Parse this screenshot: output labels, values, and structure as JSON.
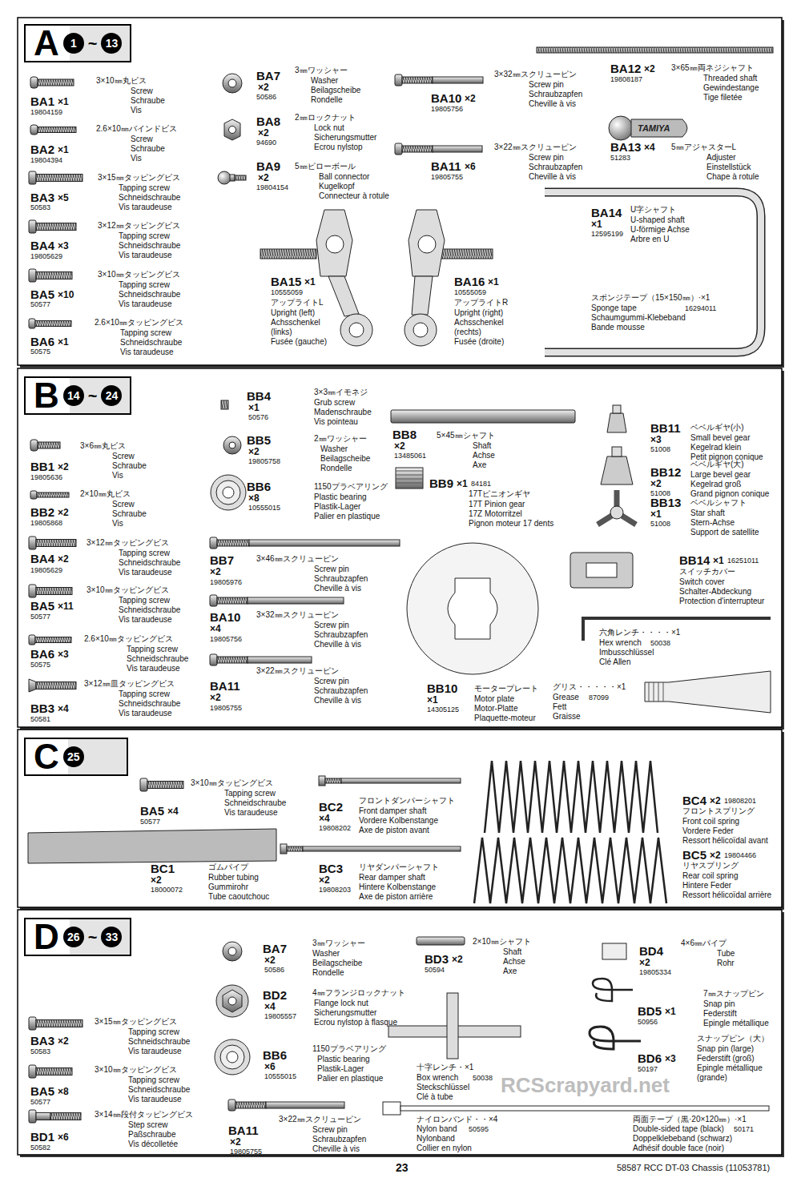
{
  "diagram": {
    "nodes": [
      {
        "text": [
          "A",
          "1",
          "~",
          "13"
        ]
      },
      {
        "text": [
          "B",
          "14",
          "~",
          "24"
        ]
      },
      {
        "text": [
          "C",
          "25"
        ]
      },
      {
        "text": [
          "D",
          "26",
          "~",
          "33"
        ]
      }
    ],
    "labels": [
      "BA1",
      "×1",
      "19804159",
      "3×10㎜丸ビス",
      "Screw",
      "Schraube",
      "Vis",
      "BA2",
      "×1",
      "19804394",
      "2.6×10㎜バインドビス",
      "Screw",
      "Schraube",
      "Vis",
      "BA3",
      "×5",
      "50583",
      "3×15㎜タッピングビス",
      "Tapping screw",
      "Schneidschraube",
      "Vis taraudeuse",
      "BA4",
      "×3",
      "19805629",
      "3×12㎜タッピングビス",
      "Tapping screw",
      "Schneidschraube",
      "Vis taraudeuse",
      "BA5",
      "×10",
      "50577",
      "3×10㎜タッピングビス",
      "Tapping screw",
      "Schneidschraube",
      "Vis taraudeuse",
      "BA6",
      "×1",
      "50575",
      "2.6×10㎜タッピングビス",
      "Tapping screw",
      "Schneidschraube",
      "Vis taraudeuse",
      "BA7",
      "×2",
      "50586",
      "3㎜ワッシャー",
      "Washer",
      "Beilagscheibe",
      "Rondelle",
      "BA8",
      "×2",
      "94690",
      "2㎜ロックナット",
      "Lock nut",
      "Sicherungsmutter",
      "Ecrou nylstop",
      "BA9",
      "×2",
      "19804154",
      "5㎜ピローボール",
      "Ball connector",
      "Kugelkopf",
      "Connecteur à rotule",
      "BA10",
      "×2",
      "19805756",
      "3×32㎜スクリューピン",
      "Screw pin",
      "Schraubzapfen",
      "Cheville à vis",
      "BA11",
      "×6",
      "19805755",
      "3×22㎜スクリューピン",
      "Screw pin",
      "Schraubzapfen",
      "Cheville à vis",
      "BA12",
      "×2",
      "19808187",
      "3×65㎜両ネジシャフト",
      "Threaded shaft",
      "Gewindestange",
      "Tige filetée",
      "BA13",
      "×4",
      "51283",
      "5㎜アジャスターL",
      "Adjuster",
      "Einstellstück",
      "Chape à rotule",
      "TAMIYA",
      "BA14",
      "×1",
      "12595199",
      "U字シャフト",
      "U-shaped shaft",
      "U-förmige Achse",
      "Arbre en U",
      "BA15",
      "×1",
      "10555059",
      "アップライトL",
      "Upright (left)",
      "Achsschenkel",
      "(links)",
      "Fusée (gauche)",
      "BA16",
      "×1",
      "10555059",
      "アップライトR",
      "Upright (right)",
      "Achsschenkel",
      "(rechts)",
      "Fusée (droite)",
      "スポンジテープ（15×150㎜）·×1",
      "Sponge tape",
      "16294011",
      "Schaumgummi-Klebeband",
      "Bande mousse",
      "BB1",
      "×2",
      "19805636",
      "3×6㎜丸ビス",
      "Screw",
      "Schraube",
      "Vis",
      "BB2",
      "×2",
      "19805868",
      "2×10㎜丸ビス",
      "Screw",
      "Schraube",
      "Vis",
      "BA4",
      "×2",
      "19805629",
      "3×12㎜タッピングビス",
      "Tapping screw",
      "Schneidschraube",
      "Vis taraudeuse",
      "BA5",
      "×11",
      "50577",
      "3×10㎜タッピングビス",
      "Tapping screw",
      "Schneidschraube",
      "Vis taraudeuse",
      "BA6",
      "×3",
      "50575",
      "2.6×10㎜タッピングビス",
      "Tapping screw",
      "Schneidschraube",
      "Vis taraudeuse",
      "BB3",
      "×4",
      "50581",
      "3×12㎜皿タッピングビス",
      "Tapping screw",
      "Schneidschraube",
      "Vis taraudeuse",
      "BB4",
      "×1",
      "50576",
      "3×3㎜イモネジ",
      "Grub screw",
      "Madenschraube",
      "Vis pointeau",
      "BB5",
      "×2",
      "19805758",
      "2㎜ワッシャー",
      "Washer",
      "Beilagscheibe",
      "Rondelle",
      "BB6",
      "×8",
      "10555015",
      "1150プラベアリング",
      "Plastic bearing",
      "Plastik-Lager",
      "Palier en plastique",
      "BB7",
      "×2",
      "19805976",
      "3×46㎜スクリューピン",
      "Screw pin",
      "Schraubzapfen",
      "Cheville à vis",
      "BA10",
      "×4",
      "19805756",
      "3×32㎜スクリューピン",
      "Screw pin",
      "Schraubzapfen",
      "Cheville à vis",
      "BA11",
      "×2",
      "19805755",
      "3×22㎜スクリューピン",
      "Screw pin",
      "Schraubzapfen",
      "Cheville à vis",
      "BB8",
      "×2",
      "13485061",
      "5×45㎜シャフト",
      "Shaft",
      "Achse",
      "Axe",
      "BB9",
      "×1",
      "84181",
      "17Tピニオンギヤ",
      "17T Pinion gear",
      "17Z Motorritzel",
      "Pignon moteur 17 dents",
      "BB10",
      "×1",
      "14305125",
      "モータープレート",
      "Motor plate",
      "Motor-Platte",
      "Plaquette-moteur",
      "BB11",
      "×3",
      "51008",
      "ベベルギヤ(小)",
      "Small bevel gear",
      "Kegelrad klein",
      "Petit pignon conique",
      "BB12",
      "×2",
      "51008",
      "ベベルギヤ(大)",
      "Large bevel gear",
      "Kegelrad groß",
      "Grand pignon conique",
      "BB13",
      "×1",
      "51008",
      "ベベルシャフト",
      "Star shaft",
      "Stern-Achse",
      "Support de satellite",
      "BB14",
      "×1",
      "16251011",
      "スイッチカバー",
      "Switch cover",
      "Schalter-Abdeckung",
      "Protection d'interrupteur",
      "六角レンチ・・・・×1",
      "Hex wrench",
      "50038",
      "Imbusschlüssel",
      "Clé Allen",
      "グリス・・・・・×1",
      "Grease",
      "87099",
      "Fett",
      "Graisse",
      "BA5",
      "×4",
      "50577",
      "3×10㎜タッピングビス",
      "Tapping screw",
      "Schneidschraube",
      "Vis taraudeuse",
      "BC1",
      "×2",
      "18000072",
      "ゴムパイプ",
      "Rubber tubing",
      "Gummirohr",
      "Tube caoutchouc",
      "BC2",
      "×4",
      "19808202",
      "フロントダンパーシャフト",
      "Front damper shaft",
      "Vordere Kolbenstange",
      "Axe de piston avant",
      "BC3",
      "×2",
      "19808203",
      "リヤダンパーシャフト",
      "Rear damper shaft",
      "Hintere Kolbenstange",
      "Axe de piston arrière",
      "BC4",
      "×2",
      "19808201",
      "フロントスプリング",
      "Front coil spring",
      "Vordere Feder",
      "Ressort hélicoïdal avant",
      "BC5",
      "×2",
      "19804466",
      "リヤスプリング",
      "Rear coil spring",
      "Hintere Feder",
      "Ressort hélicoïdal arrière",
      "BA3",
      "×2",
      "50583",
      "3×15㎜タッピングビス",
      "Tapping screw",
      "Schneidschraube",
      "Vis taraudeuse",
      "BA5",
      "×8",
      "50577",
      "3×10㎜タッピングビス",
      "Tapping screw",
      "Schneidschraube",
      "Vis taraudeuse",
      "BD1",
      "×6",
      "50582",
      "3×14㎜段付タッピングビス",
      "Step screw",
      "Paßschraube",
      "Vis décolletée",
      "BA7",
      "×2",
      "50586",
      "3㎜ワッシャー",
      "Washer",
      "Beilagscheibe",
      "Rondelle",
      "BD2",
      "×4",
      "19805557",
      "4㎜フランジロックナット",
      "Flange lock nut",
      "Sicherungsmutter",
      "Ecrou nylstop à flasque",
      "BB6",
      "×6",
      "10555015",
      "1150プラベアリング",
      "Plastic bearing",
      "Plastik-Lager",
      "Palier en plastique",
      "BA11",
      "×2",
      "19805755",
      "3×22㎜スクリューピン",
      "Screw pin",
      "Schraubzapfen",
      "Cheville à vis",
      "BD3",
      "×2",
      "50594",
      "2×10㎜シャフト",
      "Shaft",
      "Achse",
      "Axe",
      "十字レンチ・×1",
      "Box wrench",
      "50038",
      "Steckschlüssel",
      "Clé à tube",
      "ナイロンバンド・・×4",
      "Nylon band",
      "50595",
      "Nylonband",
      "Collier en nylon",
      "BD4",
      "×2",
      "19805334",
      "4×6㎜パイプ",
      "Tube",
      "Rohr",
      "BD5",
      "×1",
      "50956",
      "7㎜スナップピン",
      "Snap pin",
      "Federstift",
      "Epingle métallique",
      "BD6",
      "×3",
      "50197",
      "スナップピン（大）",
      "Snap pin (large)",
      "Federstift (groß)",
      "Epingle métallique",
      "(grande)",
      "両面テープ（黒·20×120㎜）·×1",
      "Double-sided tape (black)",
      "50171",
      "Doppelklebeband (schwarz)",
      "Adhésif double face (noir)",
      "RCScrapyard.net",
      "23",
      "58587 RCC DT-03 Chassis (11053781)"
    ]
  }
}
